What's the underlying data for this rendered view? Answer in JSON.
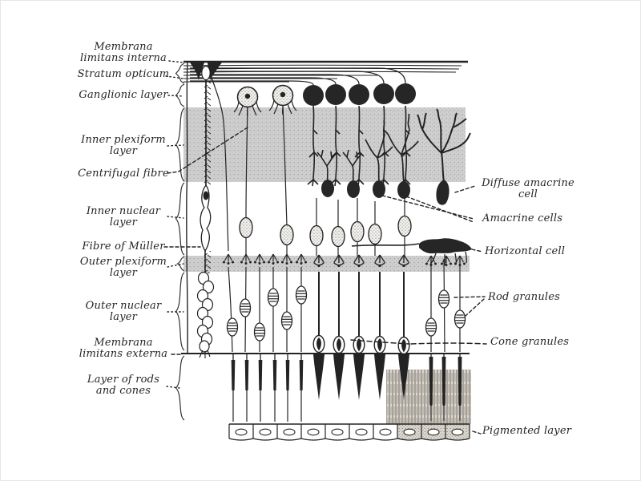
{
  "colors": {
    "ink": "#232323",
    "band_gray": "#cfcfcf",
    "paper": "#ffffff"
  },
  "labels_left": [
    {
      "id": "membrana-limitans-interna",
      "lines": [
        "Membrana",
        "limitans interna"
      ]
    },
    {
      "id": "stratum-opticum",
      "lines": [
        "Stratum opticum"
      ]
    },
    {
      "id": "ganglionic-layer",
      "lines": [
        "Ganglionic layer"
      ]
    },
    {
      "id": "inner-plexiform-layer",
      "lines": [
        "Inner plexiform",
        "layer"
      ]
    },
    {
      "id": "centrifugal-fibre",
      "lines": [
        "Centrifugal fibre"
      ]
    },
    {
      "id": "inner-nuclear-layer",
      "lines": [
        "Inner nuclear",
        "layer"
      ]
    },
    {
      "id": "fibre-of-muller",
      "lines": [
        "Fibre of Müller"
      ]
    },
    {
      "id": "outer-plexiform-layer",
      "lines": [
        "Outer plexiform",
        "layer"
      ]
    },
    {
      "id": "outer-nuclear-layer",
      "lines": [
        "Outer nuclear",
        "layer"
      ]
    },
    {
      "id": "membrana-limitans-externa",
      "lines": [
        "Membrana",
        "limitans externa"
      ]
    },
    {
      "id": "layer-of-rods-and-cones",
      "lines": [
        "Layer of rods",
        "and cones"
      ]
    }
  ],
  "labels_right": [
    {
      "id": "diffuse-amacrine-cell",
      "lines": [
        "Diffuse amacrine",
        "cell"
      ]
    },
    {
      "id": "amacrine-cells",
      "lines": [
        "Amacrine cells"
      ]
    },
    {
      "id": "horizontal-cell",
      "lines": [
        "Horizontal cell"
      ]
    },
    {
      "id": "rod-granules",
      "lines": [
        "Rod granules"
      ]
    },
    {
      "id": "cone-granules",
      "lines": [
        "Cone granules"
      ]
    },
    {
      "id": "pigmented-layer",
      "lines": [
        "Pigmented layer"
      ]
    }
  ]
}
